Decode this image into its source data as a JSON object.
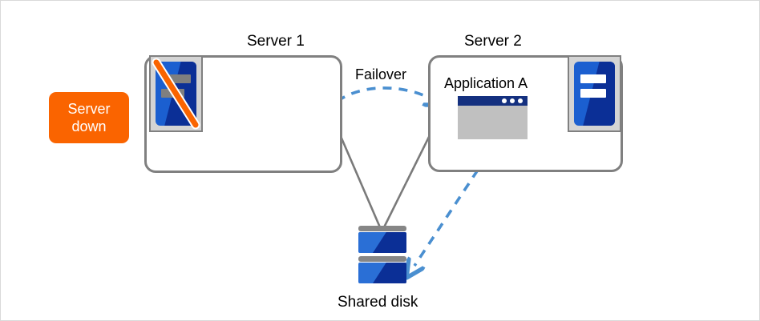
{
  "diagram": {
    "title_server1": "Server 1",
    "title_server2": "Server 2",
    "badge": {
      "line1": "Server",
      "line2": "down",
      "color": "#fa6400",
      "text_color": "#ffffff"
    },
    "failover_label": "Failover",
    "application_label": "Application A",
    "shared_disk_label": "Shared disk",
    "icons": {
      "server1": "server-failed-icon",
      "server2": "server-healthy-icon",
      "application": "application-window-icon",
      "disk": "shared-disk-icon",
      "failover_arrow": "dashed-curved-arrow-icon",
      "disk_access_arrow": "dashed-straight-arrow-icon"
    },
    "colors": {
      "box_border": "#808080",
      "server_blue": "#1b5fd0",
      "server_blue_dark": "#0b2f96",
      "slash_orange": "#fa6400",
      "arrow_blue": "#4a8fd0",
      "app_titlebar": "#14307f",
      "app_body": "#c0c0c0",
      "disk_cap_gray": "#868686",
      "connector_gray": "#7a7a7a"
    }
  }
}
